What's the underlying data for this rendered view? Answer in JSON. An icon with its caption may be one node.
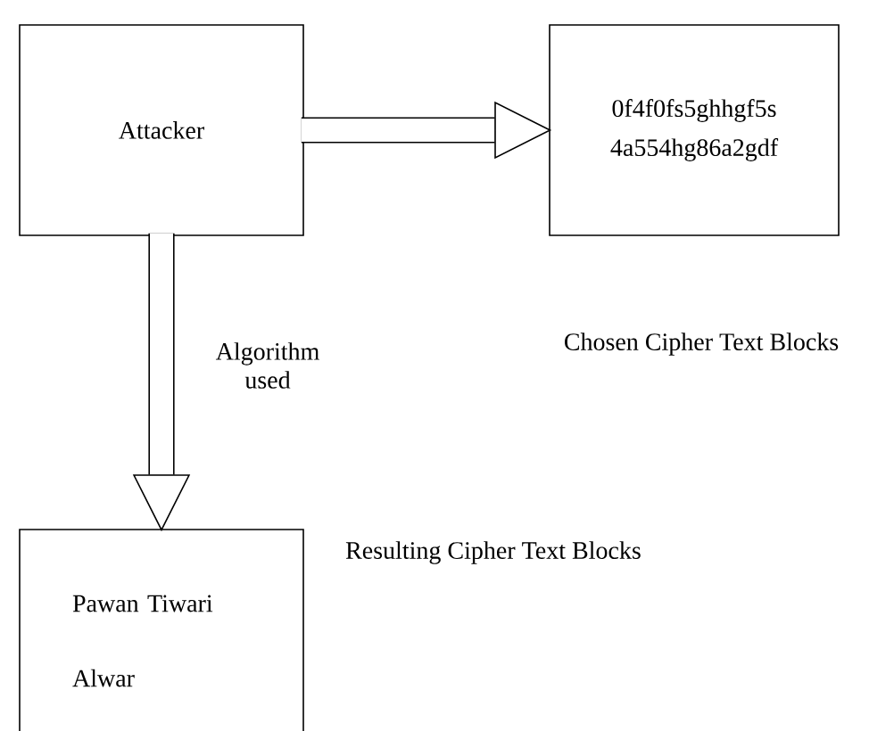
{
  "diagram": {
    "nodes": [
      {
        "text": [
          "Attacker"
        ]
      },
      {
        "text": [
          "0f4f0fs5ghhgf5s",
          "4a554hg86a2gdf"
        ],
        "beside": [
          "Chosen Cipher Text Blocks"
        ]
      },
      {
        "text": [
          "Pawan Tiwari Alwar"
        ],
        "beside": [
          "Resulting Cipher Text Blocks"
        ]
      }
    ],
    "edges": [
      {
        "from": 0,
        "to": 1,
        "arrow": "to"
      },
      {
        "from": 0,
        "to": 2,
        "arrow": "to",
        "label": "Algorithm used"
      }
    ]
  }
}
